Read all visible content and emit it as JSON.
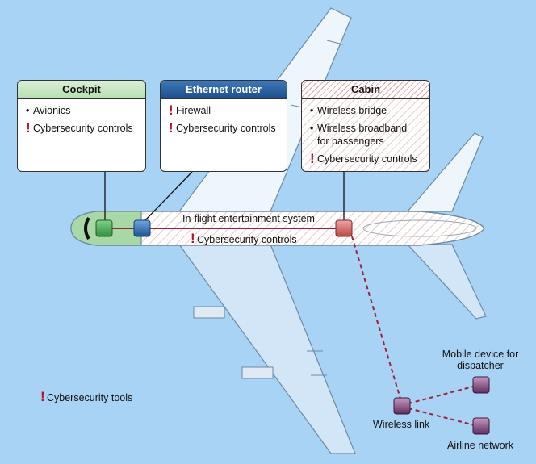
{
  "boxes": {
    "cockpit": {
      "title": "Cockpit",
      "items": [
        {
          "marker": "bullet",
          "text": "Avionics"
        },
        {
          "marker": "alert",
          "text": "Cybersecurity controls"
        }
      ]
    },
    "router": {
      "title": "Ethernet router",
      "items": [
        {
          "marker": "alert",
          "text": "Firewall"
        },
        {
          "marker": "alert",
          "text": "Cybersecurity controls"
        }
      ]
    },
    "cabin": {
      "title": "Cabin",
      "items": [
        {
          "marker": "bullet",
          "text": "Wireless bridge"
        },
        {
          "marker": "bullet",
          "text": "Wireless broadband for passengers"
        },
        {
          "marker": "alert",
          "text": "Cybersecurity controls"
        }
      ]
    }
  },
  "fuselage": {
    "title": "In-flight entertainment system",
    "controls": "Cybersecurity controls"
  },
  "ground": {
    "wireless_link": "Wireless link",
    "mobile_device": "Mobile device for dispatcher",
    "airline_network": "Airline network"
  },
  "legend": {
    "tools": "Cybersecurity tools"
  },
  "markers": {
    "bullet": "•",
    "alert": "!"
  },
  "colors": {
    "sky": "#a9d3f5",
    "alert": "#b3162a",
    "cockpit_node": "#3aa64a",
    "router_node": "#2c6db0",
    "cabin_node": "#c85a5a",
    "ground_node": "#7a3f78",
    "link": "#a0203a"
  }
}
